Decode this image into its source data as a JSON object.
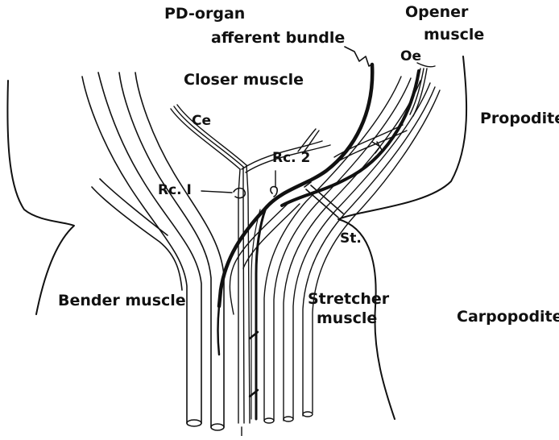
{
  "labels": {
    "pd_organ": "PD-organ",
    "afferent_bundle": "afferent bundle",
    "opener": "Opener",
    "muscle_opener": "muscle",
    "oe": "Oe",
    "closer_muscle": "Closer muscle",
    "ce": "Ce",
    "propodite": "Propodite",
    "rc2": "Rc. 2",
    "rc1": "Rc. I",
    "st": "St.",
    "bender_muscle": "Bender muscle",
    "stretcher": "Stretcher",
    "muscle_stretcher": "muscle",
    "carpopodite": "Carpopodite"
  },
  "colors": {
    "ink": "#111111",
    "background": "#ffffff"
  }
}
